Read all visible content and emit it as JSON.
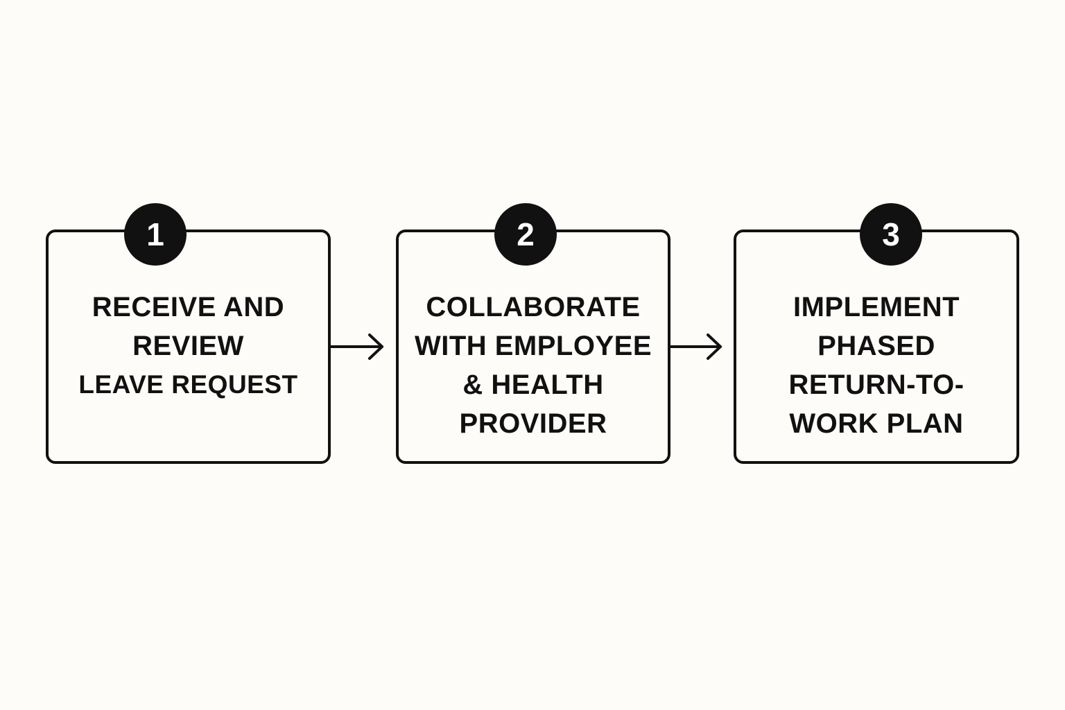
{
  "steps": [
    {
      "number": "1",
      "lines": [
        "RECEIVE AND",
        "REVIEW",
        "LEAVE REQUEST"
      ]
    },
    {
      "number": "2",
      "lines": [
        "COLLABORATE",
        "WITH EMPLOYEE",
        "& HEALTH",
        "PROVIDER"
      ]
    },
    {
      "number": "3",
      "lines": [
        "IMPLEMENT",
        "PHASED",
        "RETURN-TO-",
        "WORK PLAN"
      ]
    }
  ],
  "colors": {
    "background": "#fdfcf8",
    "ink": "#111111",
    "badge_text": "#ffffff"
  },
  "icons": {
    "connector": "right-arrow-icon"
  }
}
